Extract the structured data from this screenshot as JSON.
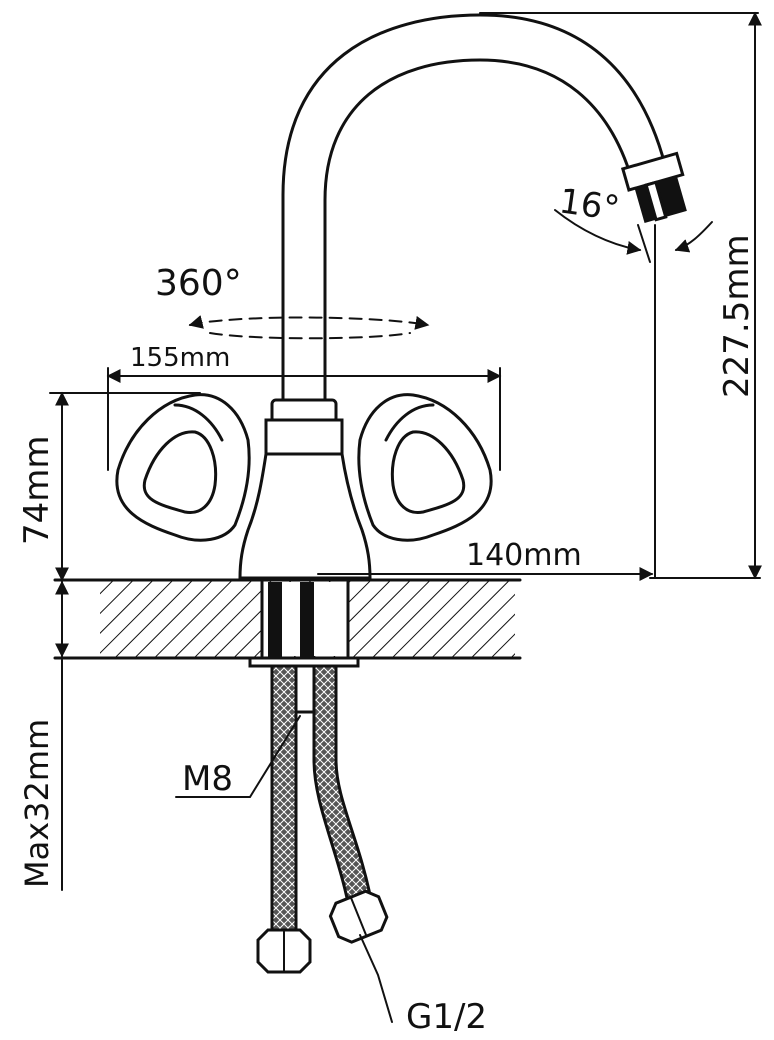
{
  "diagram": {
    "labels": {
      "rotation": "360°",
      "spout_angle": "16°",
      "width": "155mm",
      "body_height": "74mm",
      "total_height": "227.5mm",
      "reach": "140mm",
      "max_thickness": "Max32mm",
      "stud_thread": "M8",
      "hose_thread": "G1/2"
    },
    "colors": {
      "line": "#111111",
      "background": "#ffffff"
    }
  }
}
